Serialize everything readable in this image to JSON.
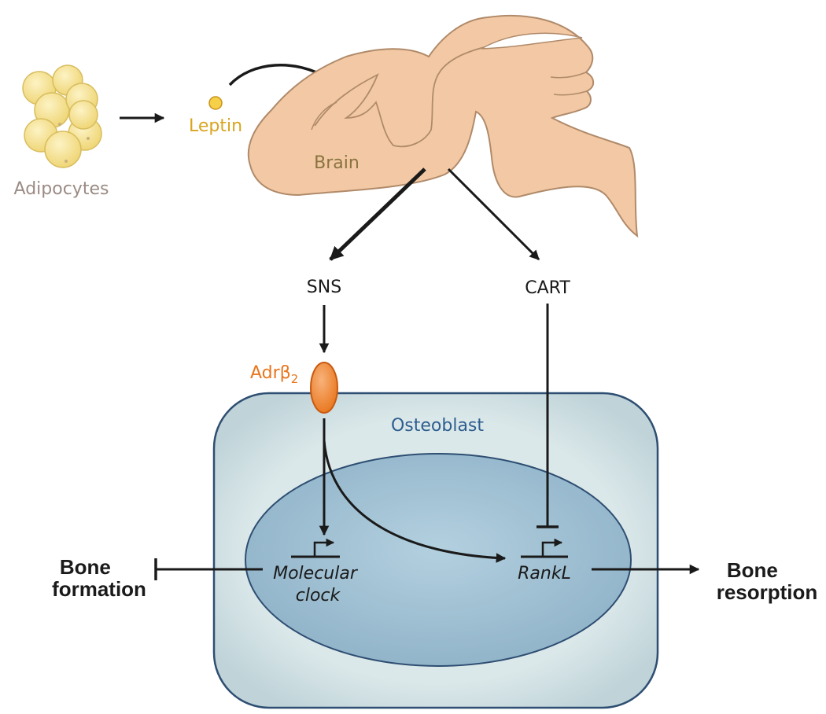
{
  "labels": {
    "adipocytes": "Adipocytes",
    "leptin": "Leptin",
    "brain": "Brain",
    "sns": "SNS",
    "cart": "CART",
    "adrb2_base": "Adrβ",
    "adrb2_sub": "2",
    "osteoblast": "Osteoblast",
    "molecular_line1": "Molecular",
    "molecular_line2": "clock",
    "rankl": "RankL",
    "bone_formation_line1": "Bone",
    "bone_formation_line2": "formation",
    "bone_resorption_line1": "Bone",
    "bone_resorption_line2": "resorption"
  },
  "colors": {
    "adipocyte_fill": "#f9e79a",
    "leptin": "#d9a520",
    "brain_fill": "#f2c9a4",
    "brain_stroke": "#b08a6a",
    "brain_text": "#8a7340",
    "adipocyte_text": "#9b8b84",
    "receptor_fill": "#f0883a",
    "receptor_text": "#e8761d",
    "cell_fill": "#dbe8ea",
    "cell_stroke": "#2e4e72",
    "nucleus_fill": "#a9c8d9",
    "osteoblast_text": "#2e5e8e",
    "arrow": "#1a1a1a"
  }
}
